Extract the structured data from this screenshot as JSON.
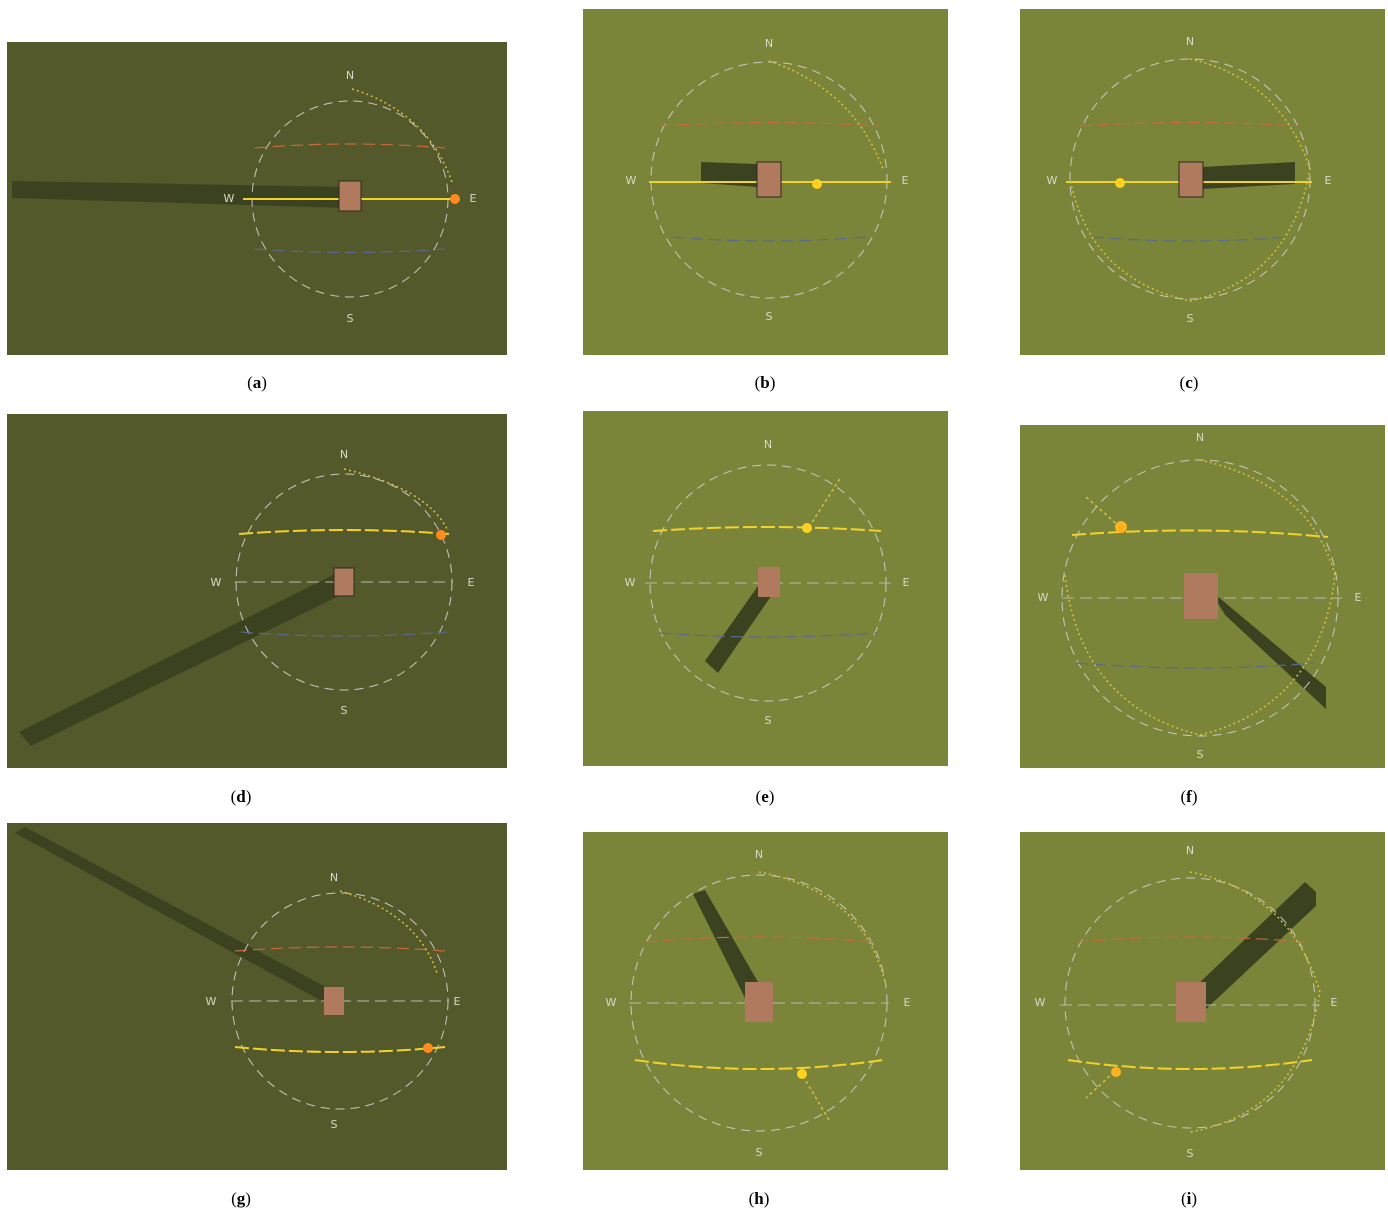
{
  "figure": {
    "panels": [
      {
        "id": "a",
        "caption": "a",
        "compass": {
          "n": "N",
          "s": "S",
          "e": "E",
          "w": "W"
        },
        "colors": {
          "ground": "#53592a"
        }
      },
      {
        "id": "b",
        "caption": "b",
        "compass": {
          "n": "N",
          "s": "S",
          "e": "E",
          "w": "W"
        },
        "colors": {
          "ground": "#7b853a"
        }
      },
      {
        "id": "c",
        "caption": "c",
        "compass": {
          "n": "N",
          "s": "S",
          "e": "E",
          "w": "W"
        },
        "colors": {
          "ground": "#7b853a"
        }
      },
      {
        "id": "d",
        "caption": "d",
        "compass": {
          "n": "N",
          "s": "S",
          "e": "E",
          "w": "W"
        },
        "colors": {
          "ground": "#53592a"
        }
      },
      {
        "id": "e",
        "caption": "e",
        "compass": {
          "n": "N",
          "s": "S",
          "e": "E",
          "w": "W"
        },
        "colors": {
          "ground": "#7b853a"
        }
      },
      {
        "id": "f",
        "caption": "f",
        "compass": {
          "n": "N",
          "s": "S",
          "e": "E",
          "w": "W"
        },
        "colors": {
          "ground": "#7b853a"
        }
      },
      {
        "id": "g",
        "caption": "g",
        "compass": {
          "n": "N",
          "s": "S",
          "e": "E",
          "w": "W"
        },
        "colors": {
          "ground": "#53592a"
        }
      },
      {
        "id": "h",
        "caption": "h",
        "compass": {
          "n": "N",
          "s": "S",
          "e": "E",
          "w": "W"
        },
        "colors": {
          "ground": "#7b853a"
        }
      },
      {
        "id": "i",
        "caption": "i",
        "compass": {
          "n": "N",
          "s": "S",
          "e": "E",
          "w": "W"
        },
        "colors": {
          "ground": "#7b853a"
        }
      }
    ],
    "colors": {
      "shadow": "#3b4220",
      "building": "#b07a5e",
      "building_border": "#2a2a20",
      "sun": "#ffd21e",
      "sun_path": "#f2d22a",
      "circle": "#c9c9c0",
      "summer_line": "#c86a3c",
      "winter_line": "#5a6a8a",
      "caption_parens": "()"
    }
  }
}
